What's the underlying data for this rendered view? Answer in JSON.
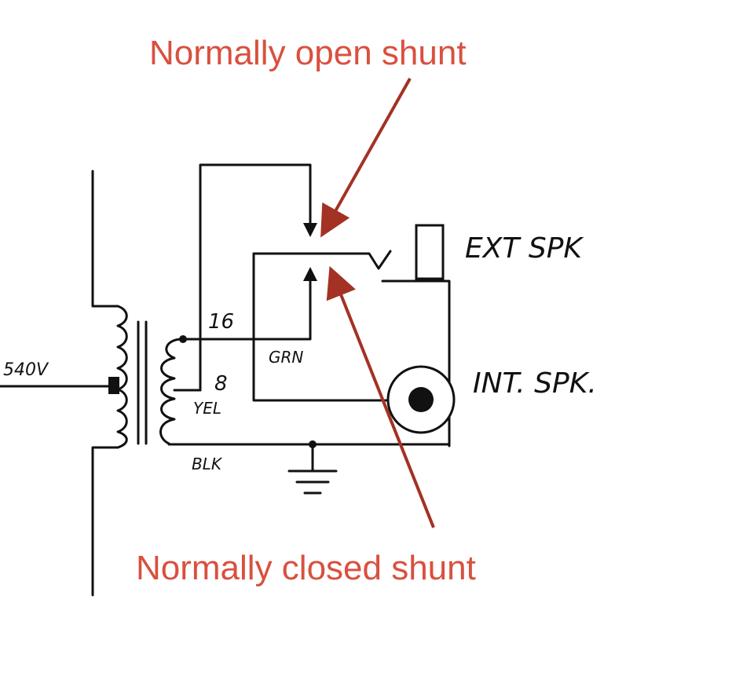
{
  "annotations": {
    "top": "Normally open shunt",
    "bottom": "Normally closed shunt"
  },
  "labels": {
    "voltage": "540V",
    "tap16": "16",
    "tap8": "8",
    "green": "GRN",
    "yellow": "YEL",
    "black": "BLK",
    "ext_speaker": "EXT SPK",
    "int_speaker": "INT. SPK."
  },
  "colors": {
    "annotation_text": "#d9503f",
    "annotation_arrow": "#a33224",
    "schematic_ink": "#111111"
  }
}
